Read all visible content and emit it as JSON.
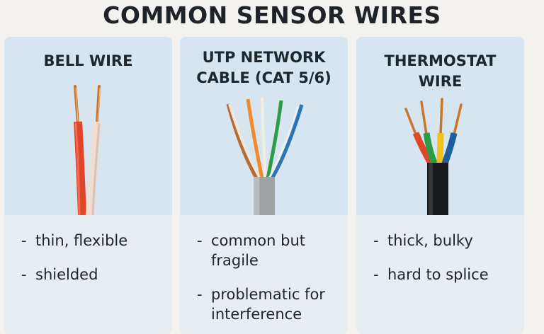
{
  "title": "COMMON SENSOR WIRES",
  "cards": [
    {
      "name": "BELL WIRE",
      "bullets": [
        "thin, flexible",
        "shielded"
      ]
    },
    {
      "name": "UTP NETWORK\nCABLE (CAT 5/6)",
      "bullets": [
        "common but fragile",
        "problematic for interference"
      ]
    },
    {
      "name": "THERMOSTAT\nWIRE",
      "bullets": [
        "thick, bulky",
        "hard to splice"
      ]
    }
  ],
  "bullet_marker": "-"
}
